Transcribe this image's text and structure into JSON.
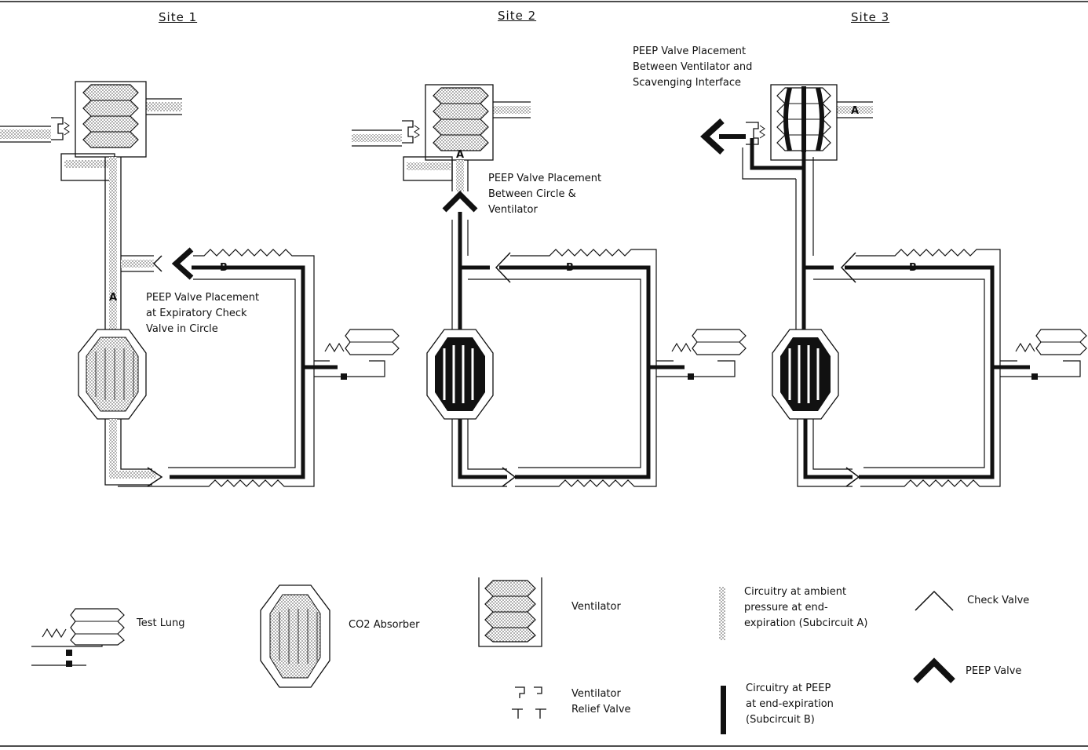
{
  "sites": [
    {
      "title": "Site 1",
      "label_a": "A",
      "label_b": "B",
      "annotation": [
        "PEEP Valve Placement",
        "at Expiratory Check",
        "Valve in Circle"
      ]
    },
    {
      "title": "Site 2",
      "label_a": "A",
      "label_b": "B",
      "annotation": [
        "PEEP Valve Placement",
        "Between Circle &",
        "Ventilator"
      ]
    },
    {
      "title": "Site 3",
      "label_a": "A",
      "label_b": "B",
      "annotation": [
        "PEEP Valve Placement",
        "Between Ventilator and",
        "Scavenging Interface"
      ]
    }
  ],
  "legend": {
    "test_lung": "Test Lung",
    "co2_absorber": "CO2 Absorber",
    "ventilator": "Ventilator",
    "relief_valve": [
      "Ventilator",
      "Relief Valve"
    ],
    "ambient": [
      "Circuitry at ambient",
      "pressure at end-",
      "expiration (Subcircuit A)"
    ],
    "peep": [
      "Circuitry at PEEP",
      "at end-expiration",
      "(Subcircuit B)"
    ],
    "check_valve": "Check Valve",
    "peep_valve": "PEEP Valve"
  }
}
